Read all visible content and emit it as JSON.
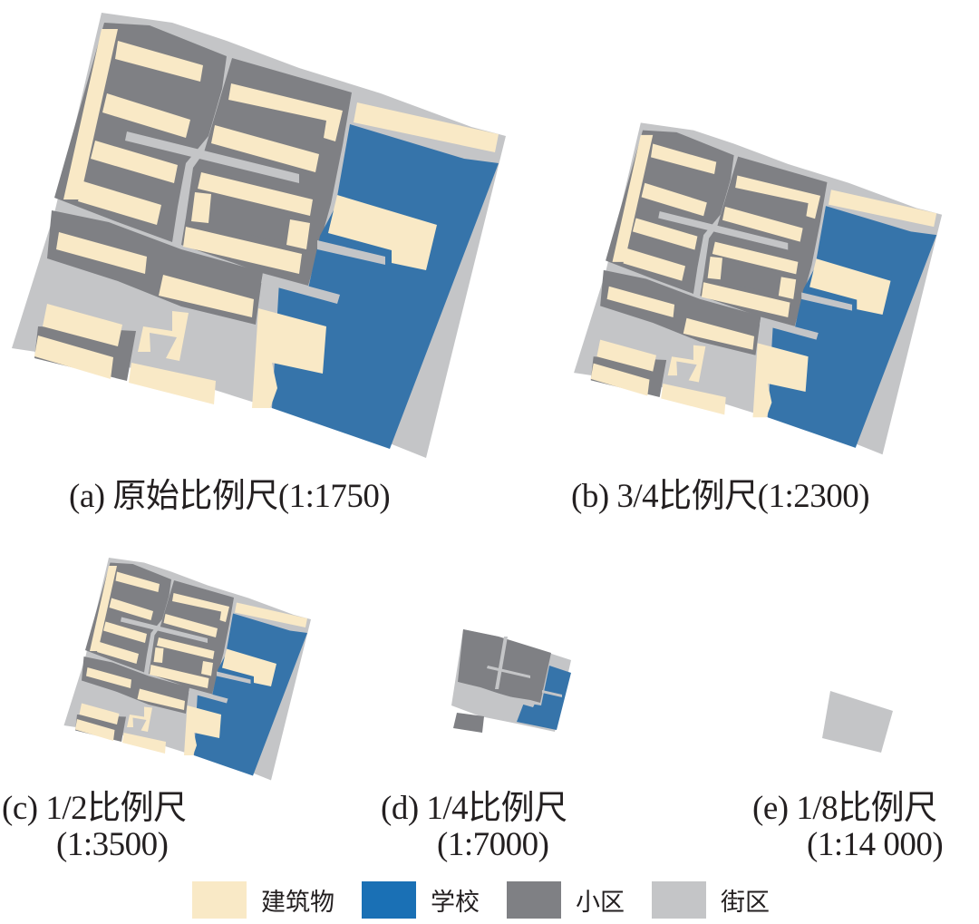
{
  "figure": {
    "panels": [
      {
        "id": "a",
        "label": "(a) 原始比例尺(1:1750)",
        "scale_label": "原始比例尺",
        "scale": "1:1750",
        "line1": "(a) 原始比例尺(1:1750)",
        "line2": ""
      },
      {
        "id": "b",
        "label": "(b) 3/4比例尺(1:2300)",
        "scale_label": "3/4比例尺",
        "scale": "1:2300",
        "line1": "(b) 3/4比例尺(1:2300)",
        "line2": ""
      },
      {
        "id": "c",
        "label": "(c) 1/2比例尺 (1:3500)",
        "scale_label": "1/2比例尺",
        "scale": "1:3500",
        "line1": "(c) 1/2比例尺",
        "line2": "(1:3500)"
      },
      {
        "id": "d",
        "label": "(d) 1/4比例尺 (1:7000)",
        "scale_label": "1/4比例尺",
        "scale": "1:7000",
        "line1": "(d) 1/4比例尺",
        "line2": "(1:7000)"
      },
      {
        "id": "e",
        "label": "(e) 1/8比例尺 (1:14 000)",
        "scale_label": "1/8比例尺",
        "scale": "1:14 000",
        "line1": "(e) 1/8比例尺",
        "line2": "(1:14 000)"
      }
    ],
    "legend": [
      {
        "label": "建筑物",
        "color": "#f9e9c6"
      },
      {
        "label": "学校",
        "color": "#1a70b5"
      },
      {
        "label": "小区",
        "color": "#7f8084"
      },
      {
        "label": "街区",
        "color": "#c4c5c7"
      }
    ],
    "colors": {
      "building": "#f9e9c6",
      "school": "#3674aa",
      "residential": "#7f8084",
      "block": "#c4c5c7",
      "background": "#ffffff"
    }
  }
}
